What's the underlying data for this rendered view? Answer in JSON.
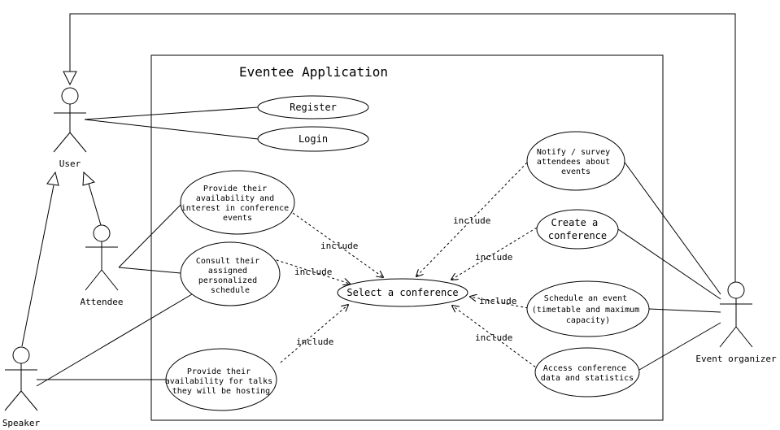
{
  "system": {
    "title": "Eventee Application"
  },
  "actors": {
    "user": "User",
    "attendee": "Attendee",
    "speaker": "Speaker",
    "organizer": "Event organizer"
  },
  "use_cases": {
    "register": [
      "Register"
    ],
    "login": [
      "Login"
    ],
    "provide_interest": [
      "Provide their",
      "availability and",
      "interest in conference",
      "events"
    ],
    "consult_schedule": [
      "Consult their",
      "assigned",
      "personalized",
      "schedule"
    ],
    "provide_talks": [
      "Provide their",
      "availability for talks",
      "they will be hosting"
    ],
    "select_conference": [
      "Select a conference"
    ],
    "notify_survey": [
      "Notify / survey",
      "attendees about",
      "events"
    ],
    "create_conference": [
      "Create a",
      "conference"
    ],
    "schedule_event": [
      "Schedule an event",
      "(timetable and maximum",
      "capacity)"
    ],
    "access_data": [
      "Access conference",
      "data and statistics"
    ]
  },
  "relations": {
    "include_label": "include"
  }
}
